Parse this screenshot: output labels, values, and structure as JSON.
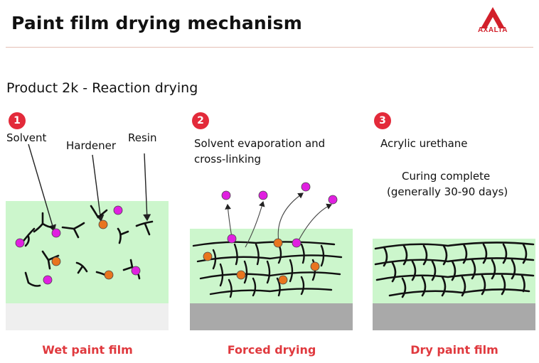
{
  "header": {
    "title": "Paint film drying mechanism",
    "logo_text": "AXALTA"
  },
  "subtitle": "Product 2k - Reaction drying",
  "stages": [
    {
      "number": "1",
      "labels": {
        "solvent": "Solvent",
        "hardener": "Hardener",
        "resin": "Resin"
      },
      "caption": "Wet paint film"
    },
    {
      "number": "2",
      "description_line1": "Solvent evaporation and",
      "description_line2": "cross-linking",
      "caption": "Forced drying"
    },
    {
      "number": "3",
      "description": "Acrylic urethane",
      "note_line1": "Curing complete",
      "note_line2": "(generally 30-90 days)",
      "caption": "Dry paint film"
    }
  ],
  "colors": {
    "film": "#ccf6cc",
    "substrate_wet": "#efefef",
    "substrate": "#a9a9a9",
    "solvent": "#e020e0",
    "hardener": "#e8751f",
    "accent": "#e0393e"
  }
}
